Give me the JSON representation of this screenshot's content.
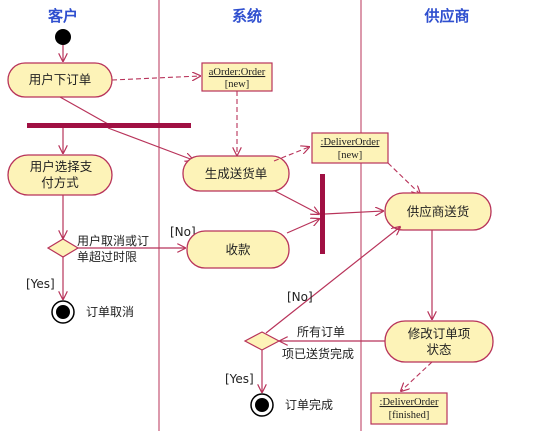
{
  "lanes": {
    "customer": "客户",
    "system": "系统",
    "supplier": "供应商"
  },
  "activities": {
    "place_order": "用户下订单",
    "choose_payment_line1": "用户选择支",
    "choose_payment_line2": "付方式",
    "generate_delivery": "生成送货单",
    "collect_payment": "收款",
    "supplier_deliver": "供应商送货",
    "modify_item_line1": "修改订单项",
    "modify_item_line2": "状态"
  },
  "objects": {
    "order": {
      "name": "aOrder:Order",
      "state": "[new]"
    },
    "deliver_new": {
      "name": ":DeliverOrder",
      "state": "[new]"
    },
    "deliver_finished": {
      "name": ":DeliverOrder",
      "state": "[finished]"
    }
  },
  "decisions": {
    "cancel_line1": "用户取消或订",
    "cancel_line2": "单超过时限",
    "all_items_line1": "所有订单",
    "all_items_line2": "项已送货完成"
  },
  "guards": {
    "no_payment": "[No]",
    "yes_cancel": "[Yes]",
    "no_redeliver": "[No]",
    "yes_complete": "[Yes]"
  },
  "final_labels": {
    "order_cancelled": "订单取消",
    "order_complete": "订单完成"
  }
}
